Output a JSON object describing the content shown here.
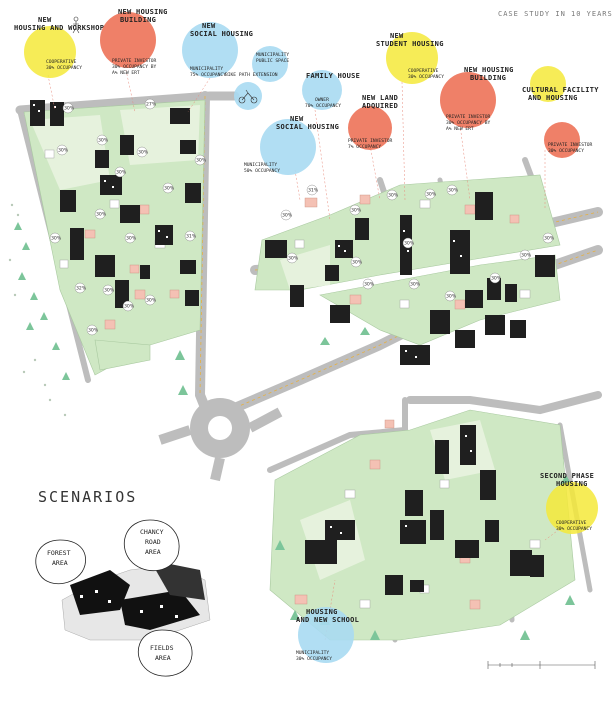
{
  "header": {
    "case_study": "CASE STUDY IN 10 YEARS..."
  },
  "colors": {
    "yellow": "#f5e93a",
    "red": "#ec6a4d",
    "blue": "#a9daf2",
    "green_block": "#cfe8c4",
    "road": "#bdbdbd",
    "building": "#222222",
    "tree": "#7cc59a"
  },
  "bubbles": [
    {
      "title1": "NEW",
      "title2": "HOUSING AND WORKSHOP",
      "sub1": "COOPERATIVE",
      "sub2": "30% OCCUPANCY",
      "color": "yellow"
    },
    {
      "title1": "NEW HOUSING",
      "title2": "BUILDING",
      "sub1": "PRIVATE INVESTOR",
      "sub2": "30% OCCUPANCY BY",
      "sub3": "A% NEW ERT",
      "color": "red"
    },
    {
      "title1": "NEW",
      "title2": "SOCIAL HOUSING",
      "sub1": "MUNICIPALITY",
      "sub2": "75% OCCUPANCY",
      "color": "blue"
    },
    {
      "title1": "MUNICIPALITY",
      "title2": "PUBLIC SPACE",
      "color": "blue"
    },
    {
      "title1": "BIKE PATH EXTENSION",
      "color": "blue"
    },
    {
      "title1": "FAMILY HOUSE",
      "sub1": "OWNER",
      "sub2": "70% OCCUPANCY",
      "color": "blue"
    },
    {
      "title1": "NEW",
      "title2": "SOCIAL HOUSING",
      "sub1": "MUNICIPALITY",
      "sub2": "50% OCCUPANCY",
      "color": "blue"
    },
    {
      "title1": "NEW LAND",
      "title2": "ADQUIRED",
      "sub1": "PRIVATE INVESTOR",
      "sub2": "7% OCCUPANCY",
      "color": "red"
    },
    {
      "title1": "NEW",
      "title2": "STUDENT HOUSING",
      "sub1": "COOPERATIVE",
      "sub2": "30% OCCUPANCY",
      "color": "yellow"
    },
    {
      "title1": "NEW HOUSING",
      "title2": "BUILDING",
      "sub1": "PRIVATE INVESTOR",
      "sub2": "30% OCCUPANCY BY",
      "sub3": "A% NEW ERT",
      "color": "red"
    },
    {
      "title1": "CULTURAL FACILITY",
      "title2": "AND HOUSING",
      "sub1": "PRIVATE INVESTOR",
      "sub2": "30% OCCUPANCY",
      "color": "red"
    },
    {
      "title1": "SECOND PHASE",
      "title2": "HOUSING",
      "sub1": "COOPERATIVE",
      "sub2": "30% OCCUPANCY",
      "color": "yellow"
    },
    {
      "title1": "HOUSING",
      "title2": "AND NEW SCHOOL",
      "sub1": "MUNICIPALITY",
      "sub2": "30% OCCUPANCY",
      "color": "blue"
    }
  ],
  "percent_tags": [
    "30%",
    "27%",
    "30%",
    "30%",
    "30%",
    "30%",
    "30%",
    "30%",
    "30%",
    "30%",
    "30%",
    "31%",
    "32%",
    "30%",
    "30%",
    "30%",
    "30%",
    "30%",
    "31%",
    "30%",
    "30%",
    "30%",
    "30%",
    "30%",
    "30%",
    "30%",
    "30%",
    "30%",
    "30%",
    "30%",
    "30%",
    "30%"
  ],
  "scenarios": {
    "title": "SCENARIOS",
    "areas": [
      {
        "line1": "FOREST",
        "line2": "AREA"
      },
      {
        "line1": "CHANCY",
        "line2": "ROAD",
        "line3": "AREA"
      },
      {
        "line1": "FIELDS",
        "line2": "AREA"
      }
    ]
  }
}
